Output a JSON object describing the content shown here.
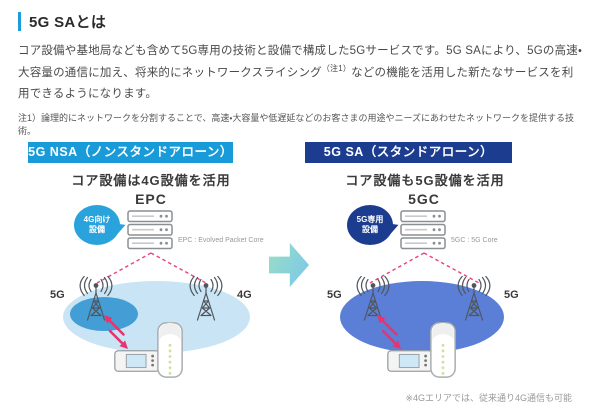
{
  "page": {
    "title": "5G SAとは",
    "intro_before": "コア設備や基地局なども含めて5G専用の技術と設備で構成した5Gサービスです。5G SAにより、5Gの高速・大容量の通信に加え、将来的にネットワークスライシング",
    "intro_sup": "（注1）",
    "intro_after": "などの機能を活用した新たなサービスを利用できるようになります。",
    "footnote": "注1）論理的にネットワークを分割することで、高速・大容量や低遅延などのお客さまの用途やニーズにあわせたネットワークを提供する技術。",
    "bottom_note": "※4Gエリアでは、従来通り4G通信も可能"
  },
  "colors": {
    "accent_blue": "#189bd8",
    "navy": "#1c3d8f",
    "link_pink": "#e8336e",
    "area_light_blue": "#c9e4f4",
    "area_medium_blue": "#449ed6",
    "area_royal_blue": "#5b7fd6"
  },
  "nsa": {
    "banner": "5G NSA（ノンスタンドアローン）",
    "subtitle": "コア設備は4G設備を活用",
    "balloon_line1": "4G向け",
    "balloon_line2": "設備",
    "core_name": "EPC",
    "core_caption": "EPC : Evolved Packet Core",
    "antenna_left": "5G",
    "antenna_right": "4G"
  },
  "sa": {
    "banner": "5G SA（スタンドアローン）",
    "subtitle": "コア設備も5G設備を活用",
    "balloon_line1": "5G専用",
    "balloon_line2": "設備",
    "core_name": "5GC",
    "core_caption": "5GC : 5G Core",
    "antenna_left": "5G",
    "antenna_right": "5G"
  }
}
